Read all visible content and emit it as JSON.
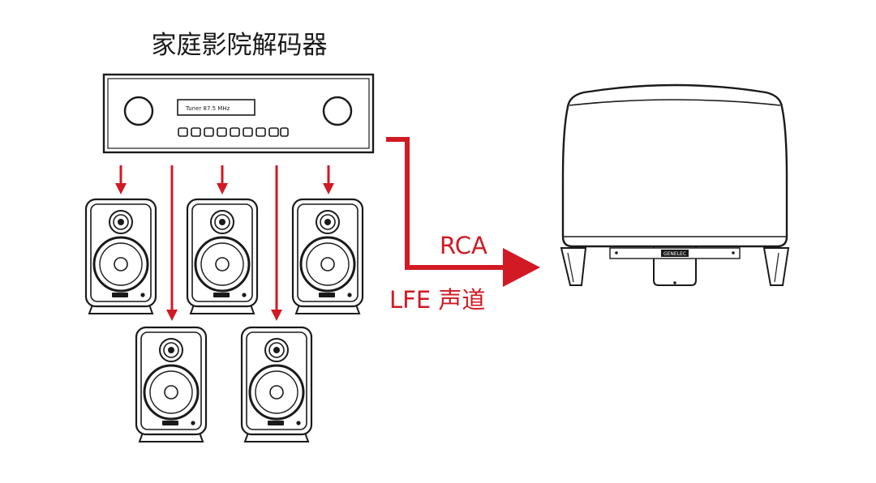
{
  "title": "家庭影院解码器",
  "display_text": "Tuner  87.5 MHz",
  "rca_label": "RCA",
  "lfe_label": "LFE 声道",
  "brand_text": "GENELEC",
  "colors": {
    "accent_red": "#d11a24",
    "ink": "#1a1a1a",
    "background": "#ffffff"
  }
}
